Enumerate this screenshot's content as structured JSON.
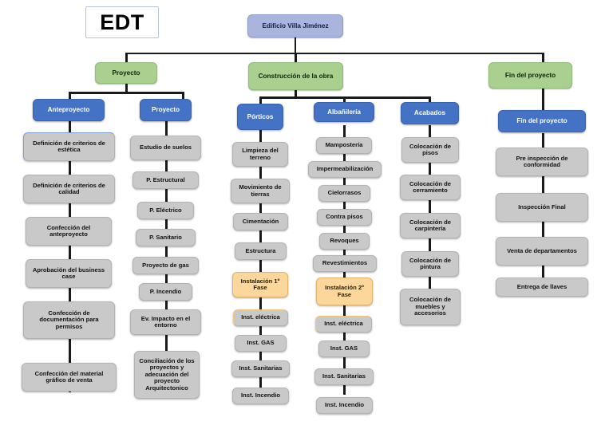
{
  "diagram": {
    "title": "EDT",
    "root": {
      "label": "Edificio Villa Jiménez"
    },
    "phases": [
      {
        "label": "Proyecto"
      },
      {
        "label": "Construcción de la obra"
      },
      {
        "label": "Fin del proyecto"
      }
    ],
    "groups": [
      {
        "label": "Anteproyecto"
      },
      {
        "label": "Proyecto"
      },
      {
        "label": "Pórticos"
      },
      {
        "label": "Albañilería"
      },
      {
        "label": "Acabados"
      },
      {
        "label": "Fin del proyecto"
      }
    ],
    "columns": {
      "anteproyecto": [
        {
          "label": "Definición de criterios de estética"
        },
        {
          "label": "Definición de criterios de calidad"
        },
        {
          "label": "Confección del anteproyecto"
        },
        {
          "label": "Aprobación del business case"
        },
        {
          "label": "Confección de documentación para permisos"
        },
        {
          "label": "Confección del material gráfico de venta"
        }
      ],
      "proyecto": [
        {
          "label": "Estudio de suelos"
        },
        {
          "label": "P. Estructural"
        },
        {
          "label": "P. Eléctrico"
        },
        {
          "label": "P. Sanitario"
        },
        {
          "label": "Proyecto de gas"
        },
        {
          "label": "P. Incendio"
        },
        {
          "label": "Ev. Impacto en el entorno"
        },
        {
          "label": "Conciliación de los proyectos y adecuación del proyecto Arquitectonico"
        }
      ],
      "porticos": [
        {
          "label": "Limpieza del terreno"
        },
        {
          "label": "Movimiento de tierras"
        },
        {
          "label": "Cimentación"
        },
        {
          "label": "Estructura"
        },
        {
          "label": "Instalación 1º Fase"
        },
        {
          "label": "Inst. eléctrica"
        },
        {
          "label": "Inst. GAS"
        },
        {
          "label": "Inst. Sanitarias"
        },
        {
          "label": "Inst. Incendio"
        }
      ],
      "albanileria": [
        {
          "label": "Mampostería"
        },
        {
          "label": "Impermeabilización"
        },
        {
          "label": "Cielorrasos"
        },
        {
          "label": "Contra pisos"
        },
        {
          "label": "Revoques"
        },
        {
          "label": "Revestimientos"
        },
        {
          "label": "Instalación 2º Fase"
        },
        {
          "label": "Inst. eléctrica"
        },
        {
          "label": "Inst. GAS"
        },
        {
          "label": "Inst. Sanitarias"
        },
        {
          "label": "Inst. Incendio"
        }
      ],
      "acabados": [
        {
          "label": "Colocación de pisos"
        },
        {
          "label": "Colocación de cerramiento"
        },
        {
          "label": "Colocación de carpintería"
        },
        {
          "label": "Colocación de pintura"
        },
        {
          "label": "Colocación de muebles y accesorios"
        }
      ],
      "fin": [
        {
          "label": "Pre inspección de conformidad"
        },
        {
          "label": "Inspección Final"
        },
        {
          "label": "Venta de departamentos"
        },
        {
          "label": "Entrega de llaves"
        }
      ]
    },
    "colors": {
      "root": "#a9b5dd",
      "phase": "#a9d08e",
      "group": "#4472c4",
      "task": "#c9c9c9",
      "milestone": "#fbd79c",
      "connector": "#1a1a1a",
      "title_border": "#b4c4dd"
    }
  }
}
